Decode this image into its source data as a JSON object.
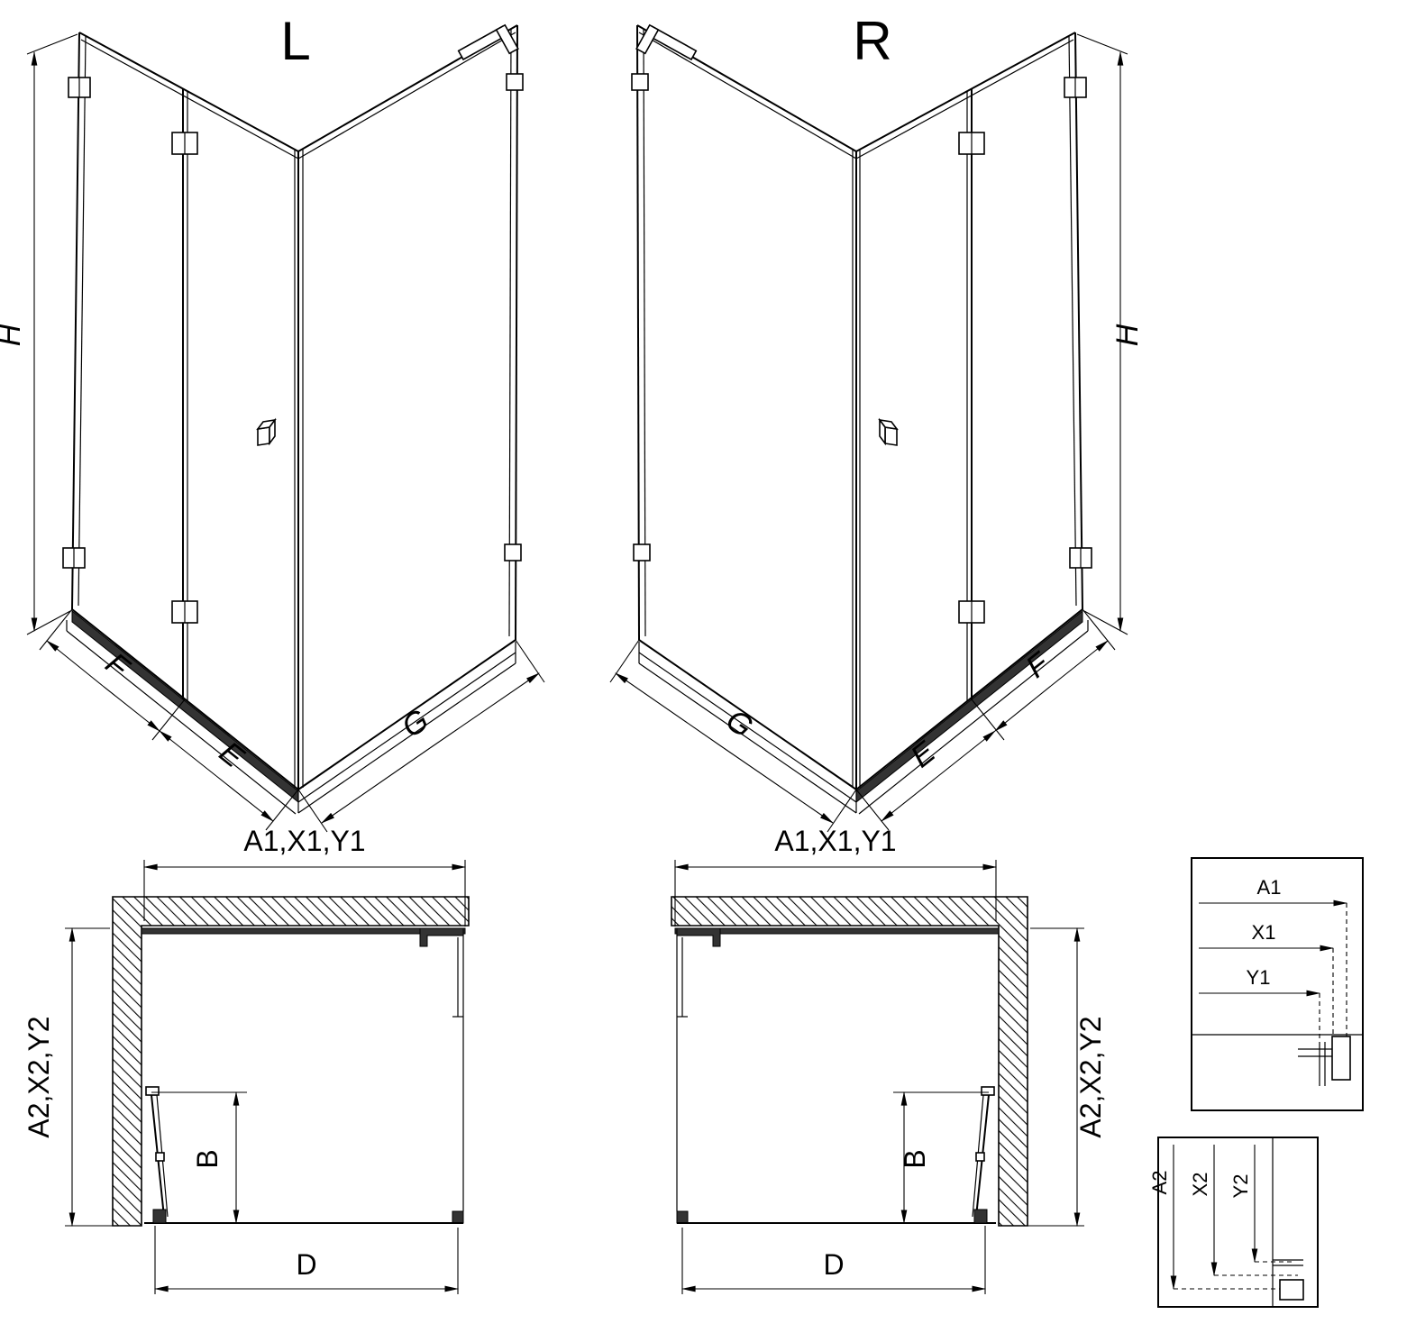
{
  "views": {
    "iso_left": {
      "label": "L",
      "dim_height": "H",
      "dim_front_fixed": "F",
      "dim_front_door": "E",
      "dim_return": "G"
    },
    "iso_right": {
      "label": "R",
      "dim_height": "H",
      "dim_front_fixed": "F",
      "dim_front_door": "E",
      "dim_return": "G"
    },
    "plan_left": {
      "dim_width": "A1,X1,Y1",
      "dim_depth": "A2,X2,Y2",
      "dim_door_fold": "B",
      "dim_entry": "D"
    },
    "plan_right": {
      "dim_width": "A1,X1,Y1",
      "dim_depth": "A2,X2,Y2",
      "dim_door_fold": "B",
      "dim_entry": "D"
    },
    "detail_width": {
      "rows": [
        "A1",
        "X1",
        "Y1"
      ]
    },
    "detail_height": {
      "rows": [
        "A2",
        "X2",
        "Y2"
      ]
    }
  },
  "colors": {
    "line": "#000000",
    "dark_fill": "#333333",
    "background": "#ffffff"
  }
}
